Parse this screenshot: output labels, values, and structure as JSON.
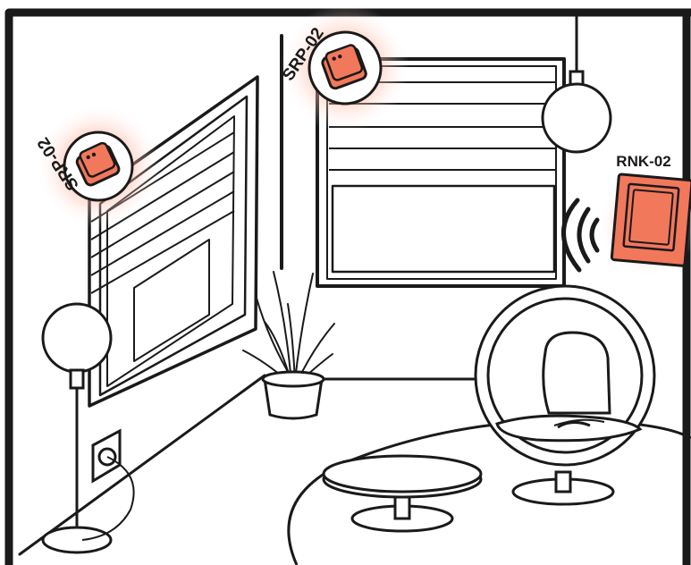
{
  "labels": {
    "shutter_left": "SRP-02",
    "shutter_center": "SRP-02",
    "remote": "RNK-02"
  },
  "colors": {
    "accent": "#f2785c",
    "glow": "#ff8a6e",
    "line": "#1a1a1a",
    "background": "#ffffff"
  },
  "icons": {
    "shutter_module": "relay-module-icon",
    "remote_panel": "wireless-panel-icon",
    "signal": "wireless-signal-icon"
  }
}
